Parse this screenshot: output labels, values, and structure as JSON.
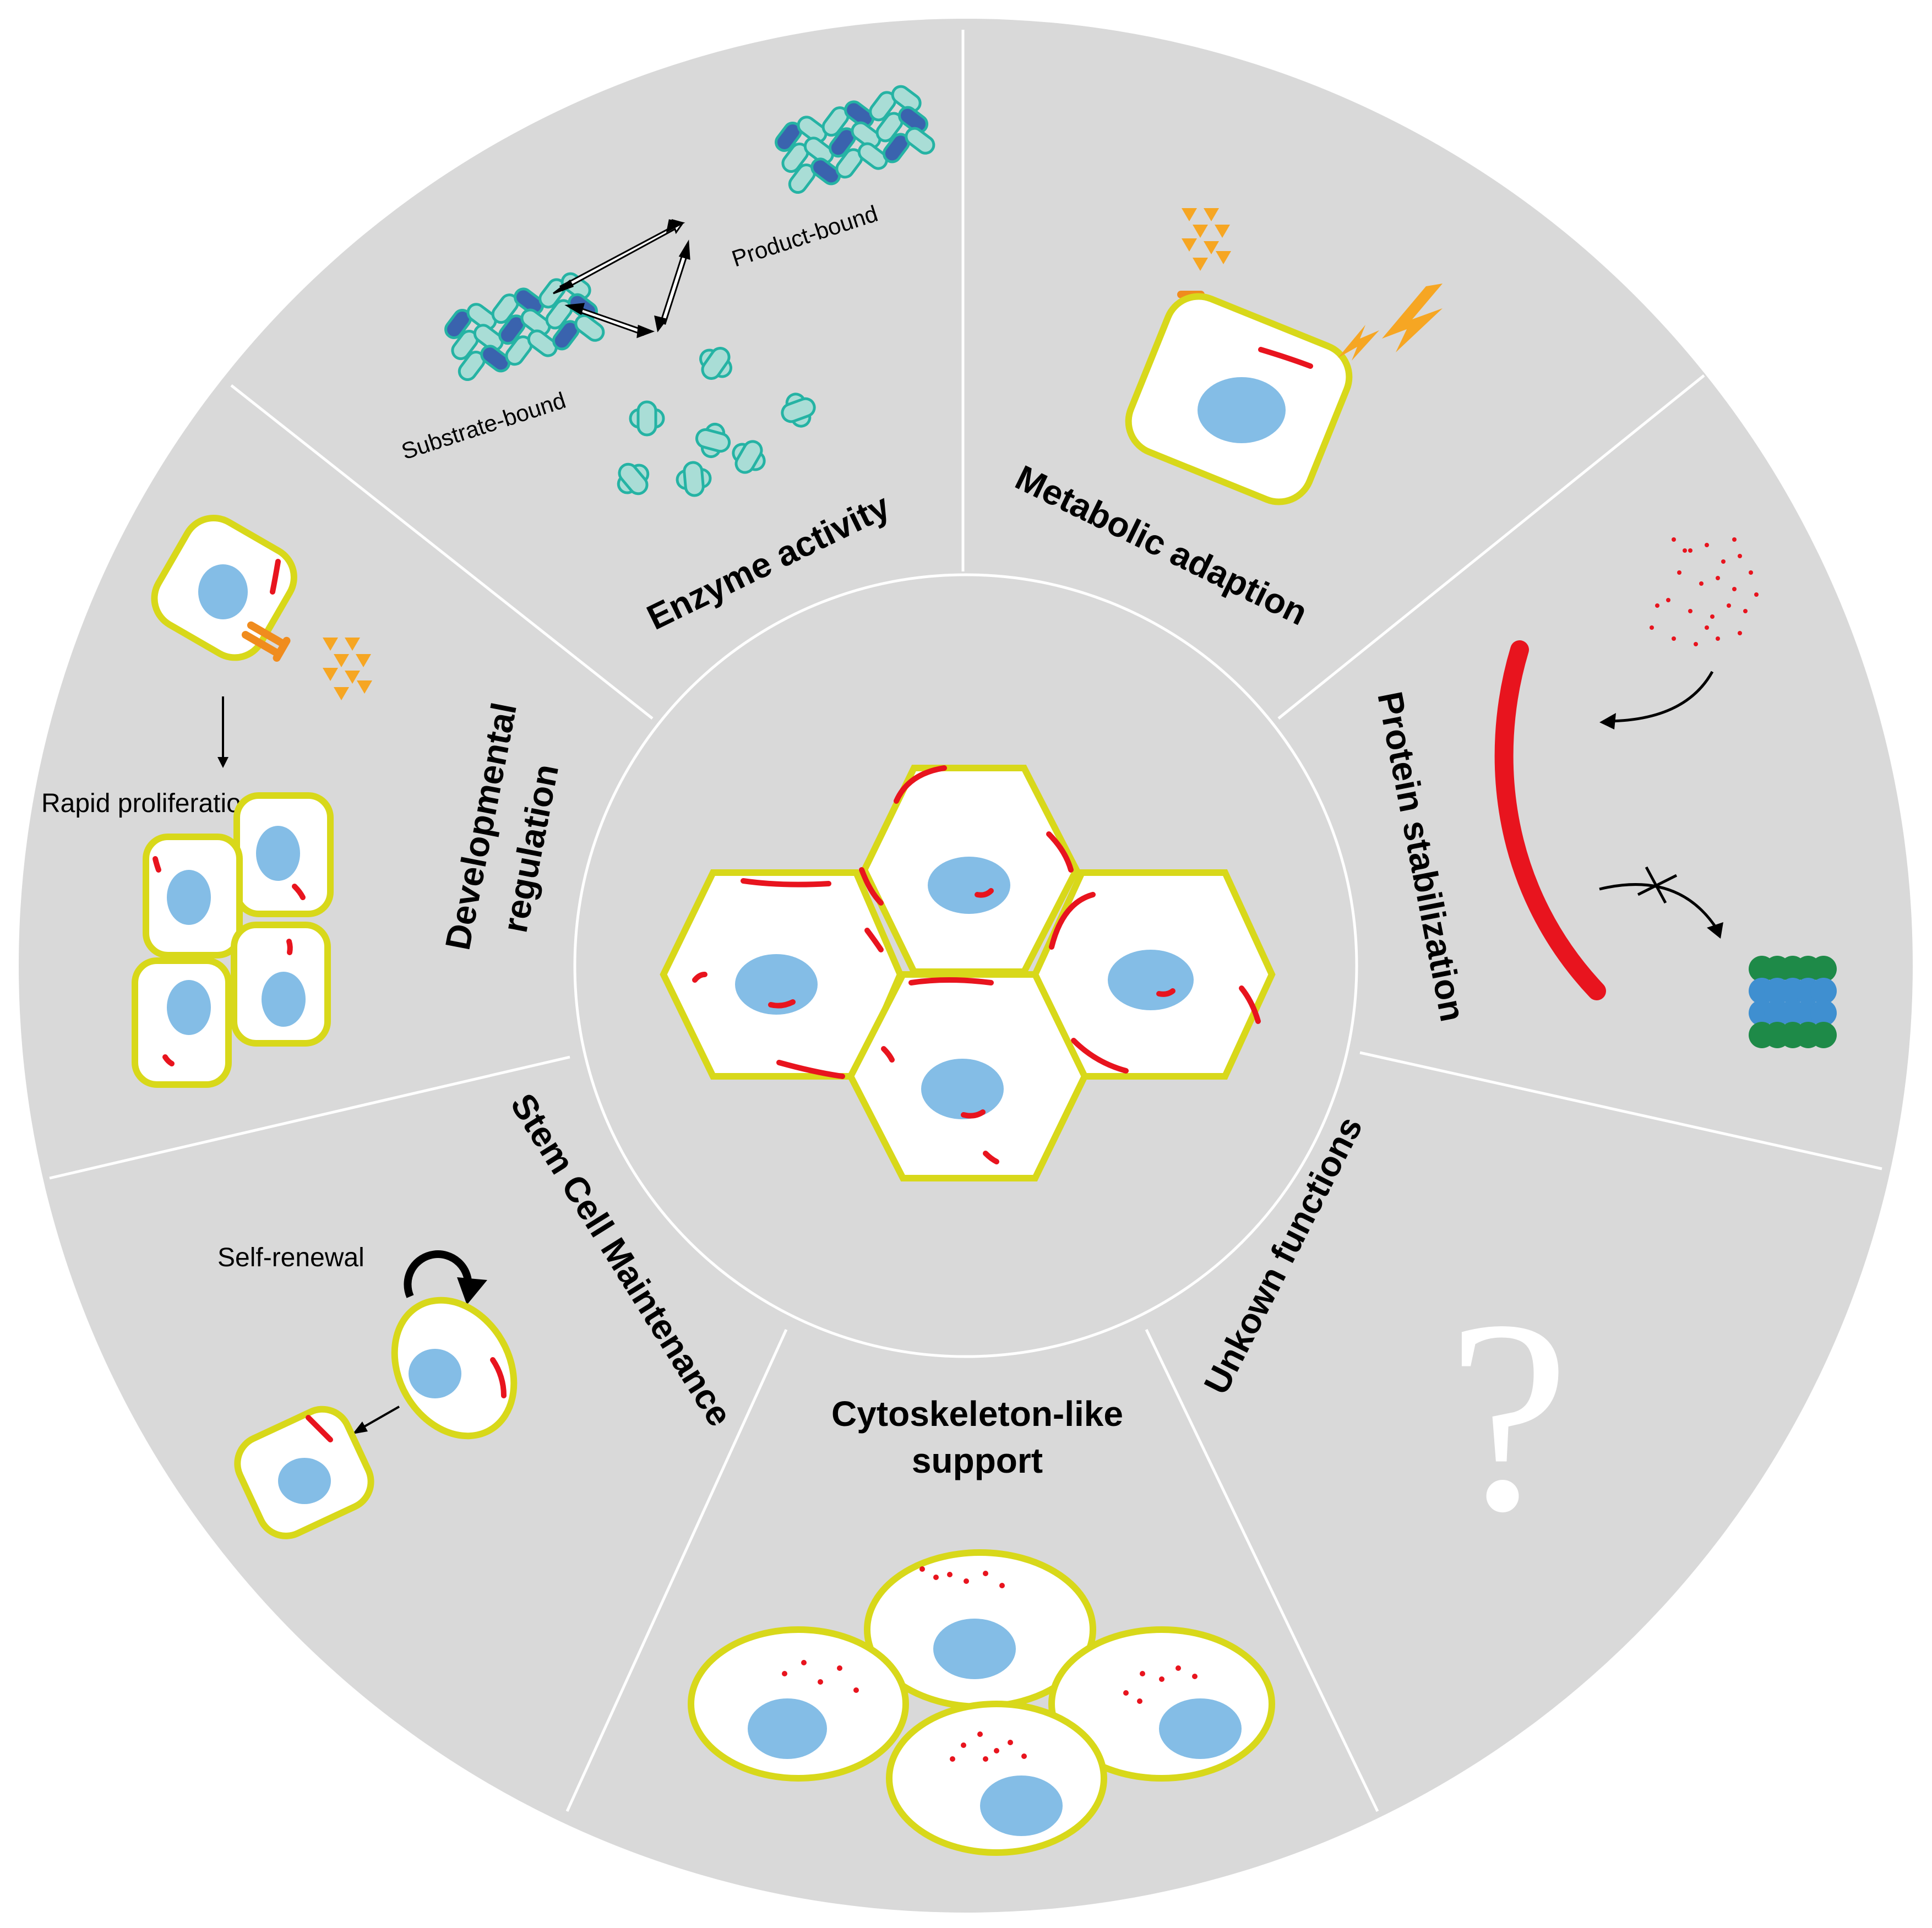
{
  "colors": {
    "disk": "#d9d9d9",
    "divider": "#ffffff",
    "cell_border": "#d8d81a",
    "cell_fill": "#ffffff",
    "nucleus": "#84bde6",
    "protein": "#e8141e",
    "receptor": "#f08c1e",
    "ligand": "#f6a623",
    "bolt": "#f6a623",
    "monomer": "#a9ddd6",
    "monomer_edge": "#25b3a4",
    "bound": "#3a63ae",
    "proteasome_outer": "#1e8a48",
    "proteasome_inner": "#3f8fd0",
    "question": "#ffffff"
  },
  "sections": {
    "enzyme": {
      "title": "Enzyme activity",
      "substrate_label": "Substrate-bound",
      "product_label": "Product-bound"
    },
    "metabolic": {
      "title": "Metabolic adaption"
    },
    "protein": {
      "title": "Protein stabilization"
    },
    "unknown": {
      "title": "Unkown functions",
      "symbol": "?"
    },
    "cytoskeleton": {
      "title_line1": "Cytoskeleton-like",
      "title_line2": "support"
    },
    "stem": {
      "title": "Stem Cell Maintenance",
      "self_renewal_label": "Self-renewal"
    },
    "developmental": {
      "title_line1": "Developmental",
      "title_line2": "regulation",
      "proliferation_label": "Rapid proliferation"
    }
  }
}
